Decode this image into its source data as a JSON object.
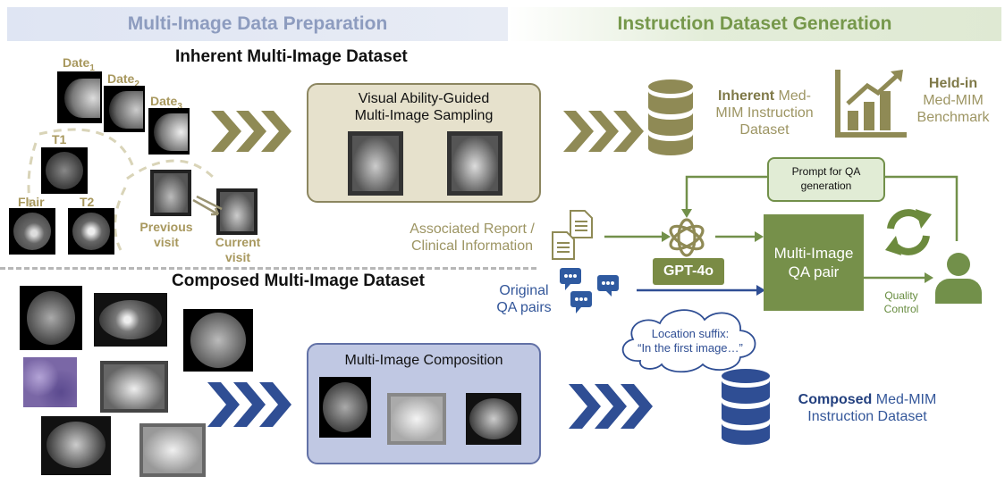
{
  "headers": {
    "left": "Multi-Image Data Preparation",
    "right": "Instruction Dataset Generation"
  },
  "inherent": {
    "title": "Inherent Multi-Image Dataset",
    "dates": [
      "Date",
      "Date",
      "Date"
    ],
    "date_subs": [
      "1",
      "2",
      "3"
    ],
    "mri_labels": [
      "T1",
      "Flair",
      "T2"
    ],
    "previous_visit": "Previous visit",
    "current_visit": "Current visit"
  },
  "sampling_box": {
    "title_line1": "Visual Ability-Guided",
    "title_line2": "Multi-Image Sampling"
  },
  "inherent_dataset": {
    "bold": "Inherent",
    "rest_line1": " Med-",
    "line2": "MIM Instruction",
    "line3": "Dataset"
  },
  "benchmark": {
    "bold": "Held-in",
    "line2": "Med-MIM",
    "line3": "Benchmark"
  },
  "prompt_box": {
    "line1": "Prompt for QA",
    "line2": "generation"
  },
  "gpt": {
    "label": "GPT-4o"
  },
  "qa_pair": {
    "line1": "Multi-Image",
    "line2": "QA pair"
  },
  "associated": {
    "line1": "Associated Report /",
    "line2": "Clinical Information"
  },
  "original_qa": {
    "line1": "Original",
    "line2": "QA pairs"
  },
  "quality": {
    "line1": "Quality",
    "line2": "Control"
  },
  "cloud": {
    "line1": "Location suffix:",
    "line2": "“In the first image…”"
  },
  "composed": {
    "title": "Composed Multi-Image Dataset"
  },
  "composition_box": {
    "title": "Multi-Image Composition"
  },
  "composed_dataset": {
    "bold": "Composed",
    "rest_line1": " Med-MIM",
    "line2": "Instruction Dataset"
  },
  "colors": {
    "olive": "#8f8a55",
    "green": "#72904a",
    "blue": "#2f4e94",
    "header_left": "#8d9cbf",
    "header_right": "#76984b"
  },
  "icons": [
    "chevron-arrows-icon",
    "database-icon",
    "bar-chart-icon",
    "document-icon",
    "chat-bubble-icon",
    "openai-logo-icon",
    "refresh-cycle-icon",
    "person-icon",
    "cloud-icon"
  ]
}
